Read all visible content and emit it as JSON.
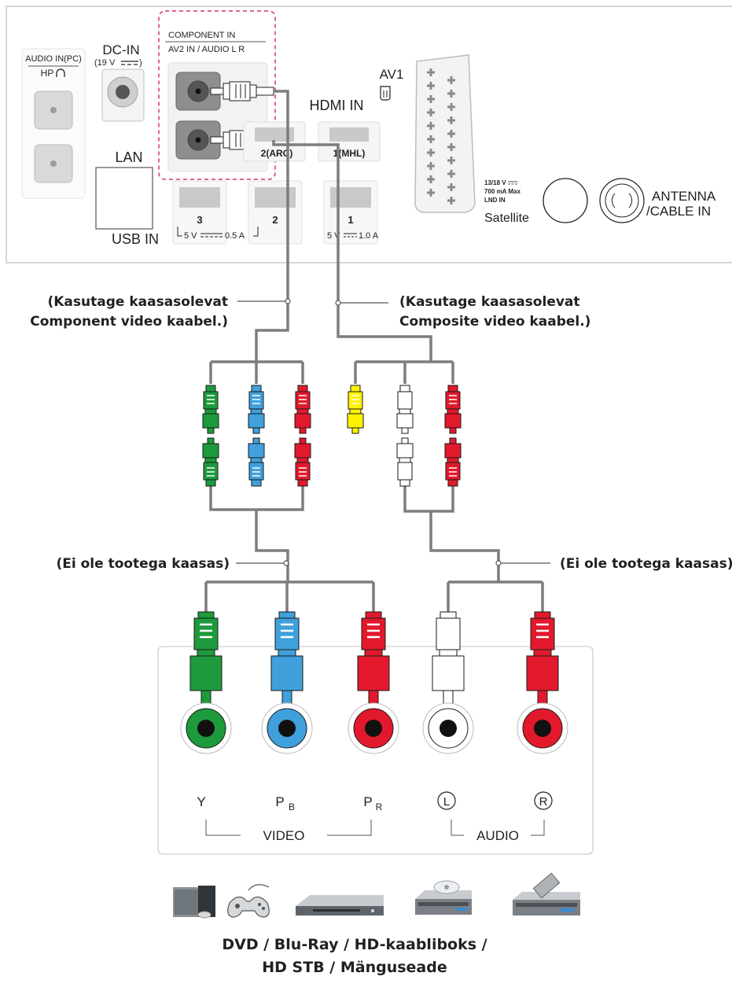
{
  "panel": {
    "audio_in_pc": "AUDIO IN(PC)",
    "hp": "HP",
    "dc_in": "DC-IN",
    "dc_in_spec": "(19 V",
    "lan": "LAN",
    "usb_in": "USB IN",
    "component_in": "COMPONENT IN",
    "av2_in": "AV2 IN / AUDIO L R",
    "hdmi_in": "HDMI IN",
    "hdmi_port_2": "2(ARC)",
    "hdmi_port_1": "1(MHL)",
    "usb_port_3": "3",
    "usb_port_2": "2",
    "usb_port_1": "1",
    "usb_spec_left": "5 V",
    "usb_spec_left_current": "0.5 A",
    "usb_spec_right": "5 V",
    "usb_spec_right_current": "1.0 A",
    "av1": "AV1",
    "lnb_spec_1": "13/18 V",
    "lnb_spec_2": "700 mA Max",
    "lnb_spec_3": "LND IN",
    "satellite": "Satellite",
    "antenna_1": "ANTENNA",
    "antenna_2": "/CABLE IN"
  },
  "cables": {
    "component_note_1": "(Kasutage kaasasolevat",
    "component_note_2": "Component video kaabel.)",
    "composite_note_1": "(Kasutage kaasasolevat",
    "composite_note_2": "Composite video kaabel.)",
    "not_included_left": "(Ei ole tootega kaasas)",
    "not_included_right": "(Ei ole tootega kaasas)"
  },
  "device_panel": {
    "jack_y": "Y",
    "jack_pb": "P",
    "jack_pb_sub": "B",
    "jack_pr": "P",
    "jack_pr_sub": "R",
    "jack_l": "L",
    "jack_r": "R",
    "video_group": "VIDEO",
    "audio_group": "AUDIO"
  },
  "caption": {
    "line_1": "DVD / Blu-Ray / HD-kaabliboks /",
    "line_2": "HD STB / Mänguseade"
  },
  "colors": {
    "green": "#1d9a3c",
    "blue": "#3fa0dc",
    "red": "#e2192c",
    "yellow": "#fff200",
    "white": "#ffffff",
    "cable": "#7d7d7d",
    "highlight": "#d6336c"
  },
  "icons": [
    "pc-icon",
    "gamepad-icon",
    "dvd-player-icon",
    "blu-ray-icon",
    "set-top-box-icon"
  ]
}
